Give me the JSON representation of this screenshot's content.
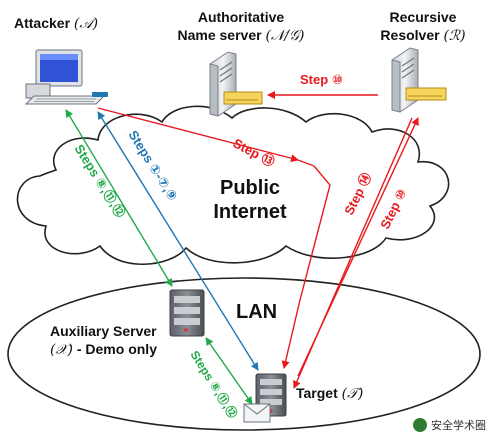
{
  "nodes": {
    "attacker": {
      "name": "Attacker",
      "symbol": "(𝒜)"
    },
    "authoritative": {
      "line1": "Authoritative",
      "line2": "Name server",
      "symbol": "(𝒩/𝒢)"
    },
    "resolver": {
      "line1": "Recursive",
      "line2": "Resolver",
      "symbol": "(ℛ)"
    },
    "auxiliary": {
      "line1": "Auxiliary Server",
      "symbol": "(𝒳)",
      "line2_suffix": " - Demo only"
    },
    "target": {
      "name": "Target",
      "symbol": "(𝒯)"
    }
  },
  "regions": {
    "internet_line1": "Public",
    "internet_line2": "Internet",
    "lan": "LAN"
  },
  "edges": {
    "step10_top": {
      "word": "Step",
      "nums": [
        "⑩"
      ]
    },
    "step13": {
      "word": "Step",
      "nums": [
        "⑬"
      ]
    },
    "step14": {
      "word": "Step",
      "nums": [
        "⑭"
      ]
    },
    "step10_right": {
      "word": "Step",
      "nums": [
        "⑩"
      ]
    },
    "steps_blue": {
      "word": "Steps",
      "nums": [
        "①",
        "-",
        "⑦",
        ",",
        "⑨"
      ]
    },
    "steps_green": {
      "word": "Steps",
      "nums": [
        "⑧",
        ",",
        "⑪",
        ",",
        "⑫"
      ]
    },
    "steps_green_lan": {
      "word": "Steps",
      "nums": [
        "⑧",
        ",",
        "⑪",
        ",",
        "⑫"
      ]
    }
  },
  "watermark": "安全学术圈",
  "colors": {
    "red": "#e8191e",
    "blue": "#1f77b4",
    "green": "#22a94a",
    "outline": "#222222"
  }
}
